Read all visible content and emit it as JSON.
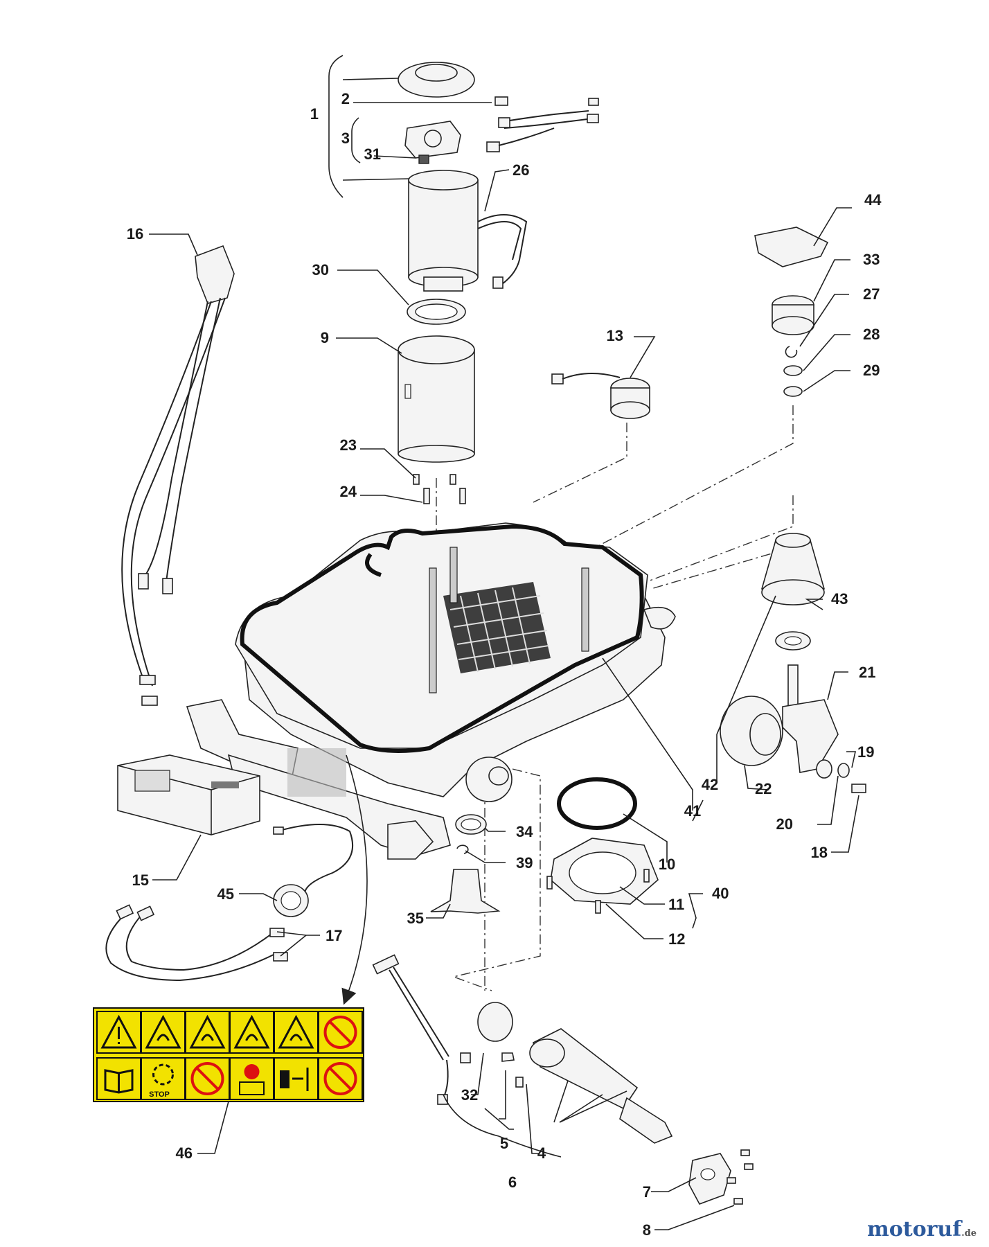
{
  "labels": [
    "1",
    "2",
    "3",
    "31",
    "26",
    "16",
    "30",
    "9",
    "13",
    "44",
    "33",
    "27",
    "28",
    "29",
    "23",
    "24",
    "43",
    "21",
    "19",
    "22",
    "42",
    "41",
    "20",
    "18",
    "34",
    "10",
    "39",
    "40",
    "15",
    "11",
    "35",
    "45",
    "17",
    "12",
    "32",
    "5",
    "46",
    "4",
    "6",
    "7",
    "8"
  ],
  "warning_sticker": {
    "row1": [
      "warning-triangle",
      "blade-hazard",
      "thrown-objects",
      "hand-blade",
      "foot-blade",
      "no-touch"
    ],
    "row2": [
      "read-manual",
      "rotating-blade",
      "no-ride",
      "off-switch",
      "keep-distance",
      "no-children"
    ],
    "stop_text": "STOP"
  },
  "brand": {
    "name": "motoruf",
    "tld": ".de"
  }
}
